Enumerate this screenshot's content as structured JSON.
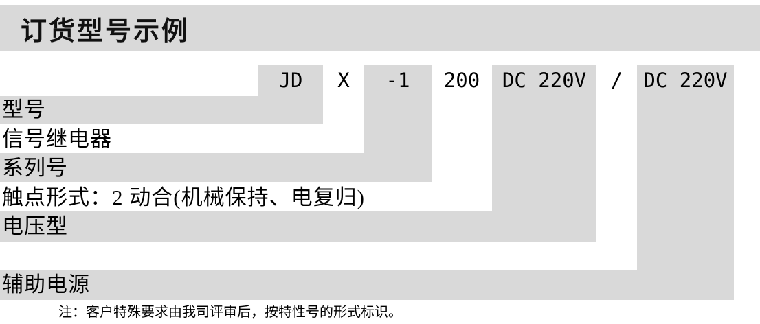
{
  "title": "订货型号示例",
  "colors": {
    "shade": "#d9d9d9",
    "text": "#000000",
    "background": "#ffffff"
  },
  "code": {
    "parts": [
      {
        "label": "JD",
        "shaded": true
      },
      {
        "label": "X",
        "shaded": false
      },
      {
        "label": "-1",
        "shaded": true
      },
      {
        "label": "200",
        "shaded": false
      },
      {
        "label": "DC 220V",
        "shaded": true
      },
      {
        "label": "/",
        "shaded": false
      },
      {
        "label": "DC 220V",
        "shaded": true
      }
    ]
  },
  "rows": [
    {
      "label": "型号"
    },
    {
      "label": "信号继电器"
    },
    {
      "label": "系列号"
    },
    {
      "label": "触点形式：2 动合(机械保持、电复归)"
    },
    {
      "label": "电压型"
    },
    {
      "label": "辅助电源"
    }
  ],
  "note": "注：客户特殊要求由我司评审后，按特性号的形式标识。"
}
